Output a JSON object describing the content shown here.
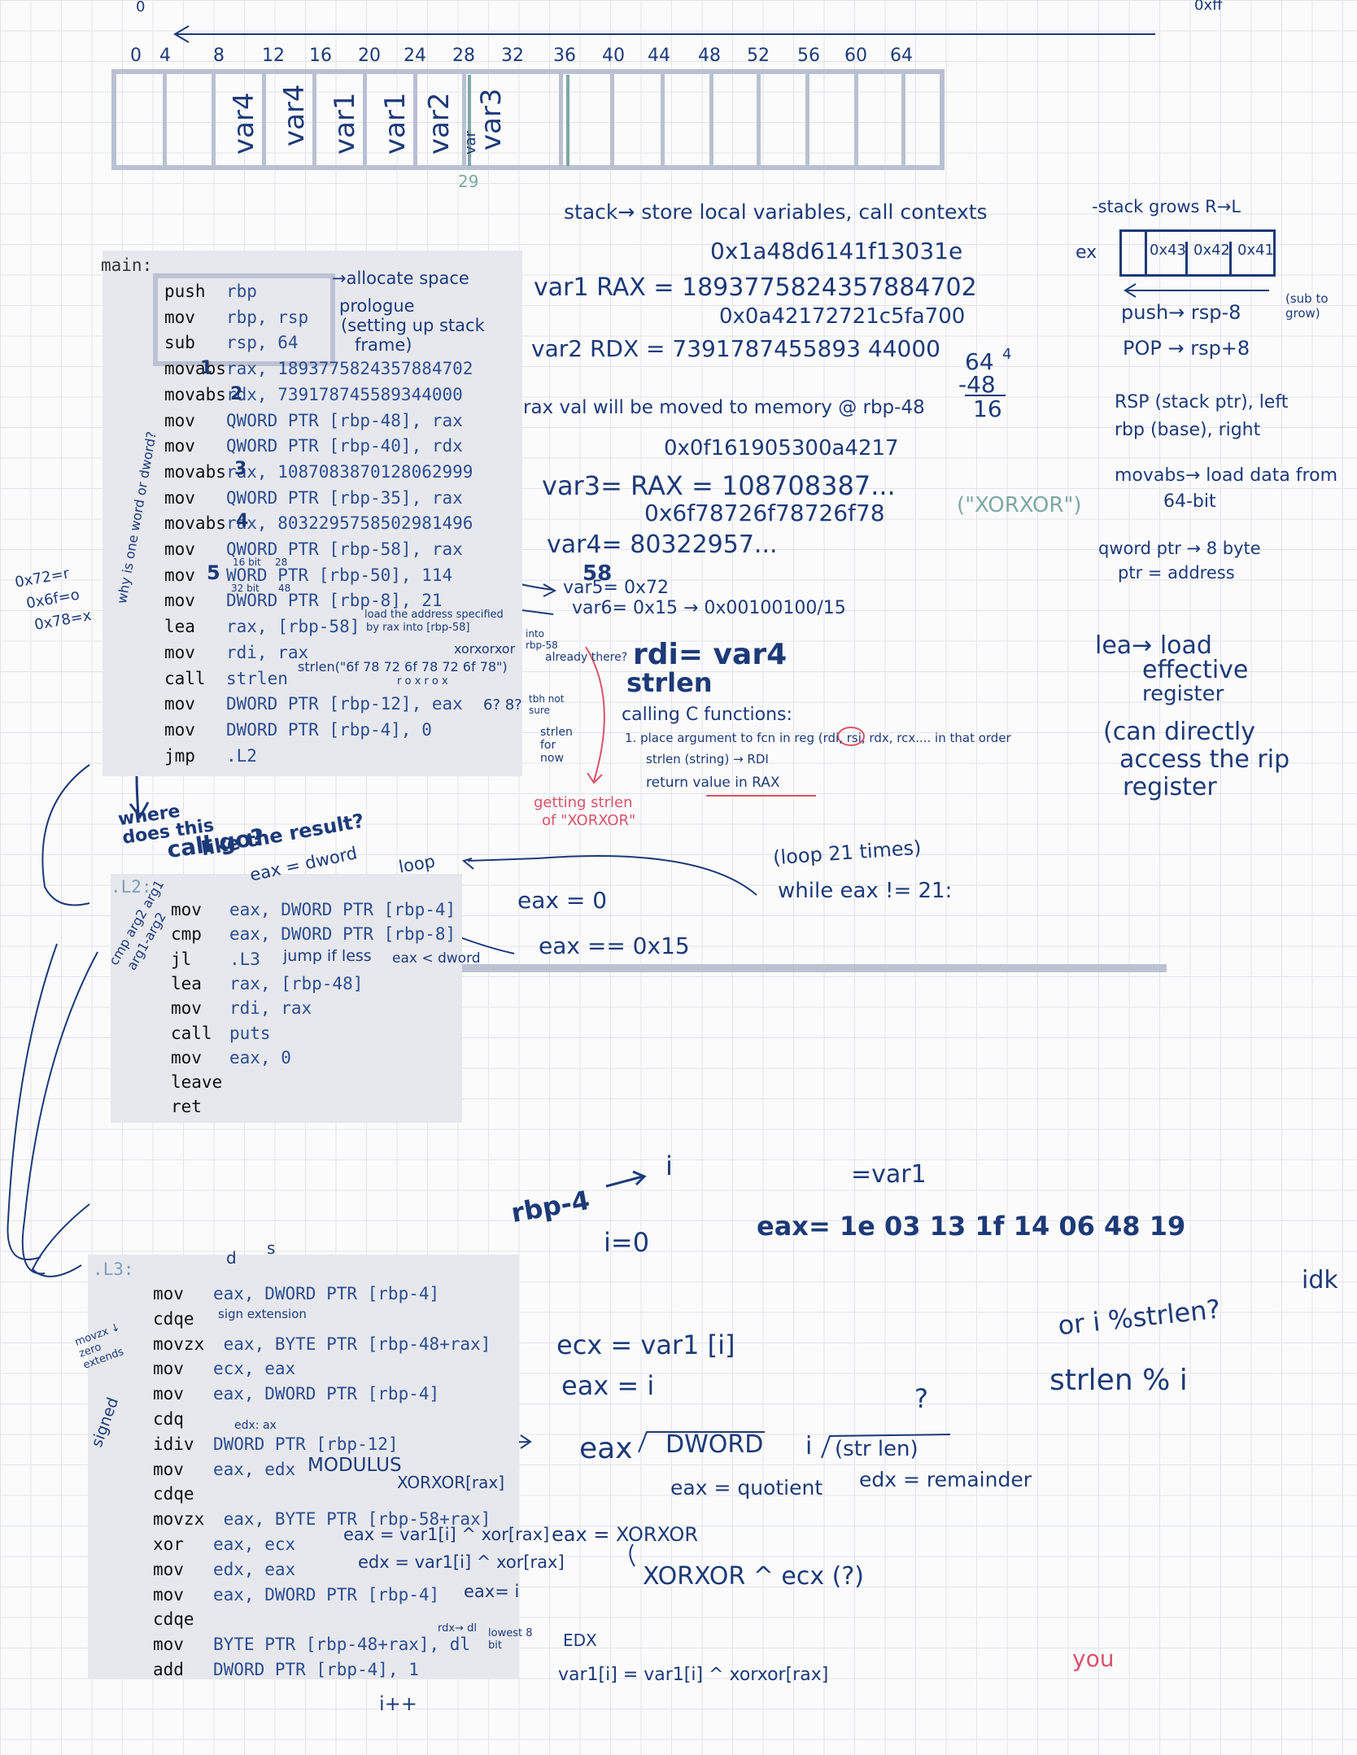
{
  "stack_diagram": {
    "left_end": "0",
    "right_end": "0xff",
    "ticks": [
      "0",
      "4",
      "8",
      "12",
      "16",
      "20",
      "24",
      "28",
      "32",
      "36",
      "40",
      "44",
      "48",
      "52",
      "56",
      "60",
      "64"
    ],
    "vars": [
      "var4",
      "var4",
      "var1",
      "var1",
      "var2"
    ],
    "var3": "var3",
    "var_small": "var",
    "marker_29": "29"
  },
  "notes_top": {
    "stack_def": "stack→ store local variables, call contexts",
    "hex1": "0x1a48d6141f13031e",
    "var1": "var1 RAX  = 1893775824357884702",
    "hex2": "0x0a42172721c5fa700",
    "var2": "var2 RDX  = 7391787455893 44000",
    "sub1": "64",
    "sub2": "-48",
    "sub3": "16",
    "sub_sup": "4",
    "rax_moved": "rax val will be moved to memory @ rbp-48",
    "hex3": "0x0f161905300a4217",
    "var3": "var3= RAX = 108708387...",
    "hex4": "0x6f78726f78726f78",
    "xorxor": "(\"XORXOR\")",
    "var4": "var4= 80322957...",
    "num58": "58",
    "var5": "var5= 0x72",
    "var6": "var6= 0x15 → 0x00100100/15",
    "rdi": "rdi= var4",
    "strlen": "strlen"
  },
  "notes_right": {
    "stack_grows": "-stack grows R→L",
    "ex": "ex",
    "cells": [
      "0x43",
      "0x42",
      "0x41"
    ],
    "push": "push→ rsp-8",
    "sub_to_grow": "(sub to grow)",
    "pop": "POP → rsp+8",
    "rsp": "RSP (stack ptr), left",
    "rbp": "rbp (base), right",
    "movabs": "movabs→ load data from",
    "bit64": "64-bit",
    "qword": "qword ptr → 8 byte",
    "ptr": "ptr = address",
    "lea1": "lea→ load",
    "lea2": "effective",
    "lea3": "register",
    "lea4": "(can directly",
    "lea5": "access the rip",
    "lea6": "register"
  },
  "main_block": {
    "label": "main:",
    "lines": [
      {
        "op": "push",
        "args": "rbp"
      },
      {
        "op": "mov",
        "args": "rbp, rsp"
      },
      {
        "op": "sub",
        "args": "rsp, 64"
      },
      {
        "op": "movabs",
        "args": "rax, 1893775824357884702"
      },
      {
        "op": "movabs",
        "args": "rdx, 739178745589344000"
      },
      {
        "op": "mov",
        "args": "QWORD PTR [rbp-48], rax"
      },
      {
        "op": "mov",
        "args": "QWORD PTR [rbp-40], rdx"
      },
      {
        "op": "movabs",
        "args": "rax, 1087083870128062999"
      },
      {
        "op": "mov",
        "args": "QWORD PTR [rbp-35], rax"
      },
      {
        "op": "movabs",
        "args": "rax, 8032295758502981496"
      },
      {
        "op": "mov",
        "args": "QWORD PTR [rbp-58], rax"
      },
      {
        "op": "mov",
        "args": "WORD PTR [rbp-50], 114"
      },
      {
        "op": "mov",
        "args": "DWORD PTR [rbp-8], 21"
      },
      {
        "op": "lea",
        "args": "rax, [rbp-58]"
      },
      {
        "op": "mov",
        "args": "rdi, rax"
      },
      {
        "op": "call",
        "args": "strlen"
      },
      {
        "op": "mov",
        "args": "DWORD PTR [rbp-12], eax"
      },
      {
        "op": "mov",
        "args": "DWORD PTR [rbp-4], 0"
      },
      {
        "op": "jmp",
        "args": ".L2"
      }
    ]
  },
  "main_notes": {
    "allocate": "→allocate space",
    "prologue": "prologue",
    "setting_up": "(setting up stack",
    "frame": "frame)",
    "n1": "1",
    "n2": "2",
    "n3": "3",
    "n4": "4",
    "n5": "5",
    "why_word": "why is one word or dword?",
    "bits16": "16 bit",
    "bits32": "32 bit",
    "n28": "28",
    "n48": "48",
    "load_addr": "load the address specified",
    "load_addr2": "by rax into [rbp-58]",
    "xorxorxor": "xorxorxor",
    "into": "into",
    "rbp58": "rbp-58",
    "already": "already there?",
    "strlen_call": "strlen(\"6f 78 72 6f 78 72 6f 78\")",
    "strlen_letters": "r  o  x  r  o  x",
    "q6": "6? 8?",
    "not_sure": "tbh not sure",
    "strlen_for_now": "strlen for now",
    "getting": "getting strlen",
    "of_xor": "of \"XORXOR\"",
    "ascii1": "0x72=r",
    "ascii2": "0x6f=o",
    "ascii3": "0x78=x",
    "where": "where",
    "does": "does this",
    "call_go": "call go?",
    "like": "like the result?",
    "calling_c": "calling C functions:",
    "place_arg": "1. place argument to fcn in reg (rdi, rsi, rdx, rcx....  in that order",
    "strlen_rdi": "strlen (string) → RDI",
    "return_val": "return value in RAX"
  },
  "l2_block": {
    "label": ".L2:",
    "lines": [
      {
        "op": "mov",
        "args": "eax, DWORD PTR [rbp-4]"
      },
      {
        "op": "cmp",
        "args": "eax, DWORD PTR [rbp-8]"
      },
      {
        "op": "jl",
        "args": ".L3"
      },
      {
        "op": "lea",
        "args": "rax, [rbp-48]"
      },
      {
        "op": "mov",
        "args": "rdi, rax"
      },
      {
        "op": "call",
        "args": "puts"
      },
      {
        "op": "mov",
        "args": "eax, 0"
      },
      {
        "op": "leave",
        "args": ""
      },
      {
        "op": "ret",
        "args": ""
      }
    ]
  },
  "l2_notes": {
    "eax_dword": "eax = dword",
    "loop": "loop",
    "cmp_args": "cmp arg2 arg1",
    "arg1_arg2": "arg1-arg2",
    "jump_less": "jump if less",
    "eax_lt": "eax < dword",
    "eax0": "eax = 0",
    "eax_eq": "eax == 0x15",
    "loop21": "(loop 21 times)",
    "while": "while  eax != 21:"
  },
  "l3_block": {
    "label": ".L3:",
    "lines": [
      {
        "op": "mov",
        "args": "eax, DWORD PTR [rbp-4]"
      },
      {
        "op": "cdqe",
        "args": ""
      },
      {
        "op": "movzx",
        "args": " eax, BYTE PTR [rbp-48+rax]"
      },
      {
        "op": "mov",
        "args": "ecx, eax"
      },
      {
        "op": "mov",
        "args": "eax, DWORD PTR [rbp-4]"
      },
      {
        "op": "cdq",
        "args": ""
      },
      {
        "op": "idiv",
        "args": "DWORD PTR [rbp-12]"
      },
      {
        "op": "mov",
        "args": "eax, edx"
      },
      {
        "op": "cdqe",
        "args": ""
      },
      {
        "op": "movzx",
        "args": " eax, BYTE PTR [rbp-58+rax]"
      },
      {
        "op": "xor",
        "args": "eax, ecx"
      },
      {
        "op": "mov",
        "args": "edx, eax"
      },
      {
        "op": "mov",
        "args": "eax, DWORD PTR [rbp-4]"
      },
      {
        "op": "cdqe",
        "args": ""
      },
      {
        "op": "mov",
        "args": "BYTE PTR [rbp-48+rax], dl"
      },
      {
        "op": "add",
        "args": "DWORD PTR [rbp-4], 1"
      }
    ]
  },
  "l3_notes": {
    "d": "d",
    "s": "s",
    "sign_ext": "sign extension",
    "movzx_note": "movzx ↓ zero extends",
    "signed": "signed",
    "edx_ax": "edx: ax",
    "modulus": "MODULUS",
    "xorxor_rax": "XORXOR[rax]",
    "eax_xor": "eax = var1[i] ^ xor[rax]",
    "edx_xor": "edx = var1[i] ^ xor[rax]",
    "eax_i": "eax= i",
    "rdx_dl": "rdx→ dl",
    "lowest": "lowest 8 bit",
    "ipp": "i++",
    "rbp4": "rbp-4",
    "i": "i",
    "i0": "i=0",
    "eq_var1": "=var1",
    "eax_bytes": "eax=  1e  03  13  1f  14  06  48  19",
    "ecx": "ecx  =  var1 [i]",
    "eax_eq_i": "eax = i",
    "div_eax": "eax",
    "div_dword": "DWORD",
    "div_i": "i",
    "div_strlen": "(str len)",
    "qmark": "?",
    "quotient": "eax = quotient",
    "remainder": "edx = remainder",
    "or_mod": "or  i %strlen?",
    "idk": "idk",
    "strlen_mod": "strlen % i",
    "eax_xorxor": "eax = XORXOR",
    "xorxor_ecx": "XORXOR ^ ecx (?)",
    "edx_label": "EDX",
    "final": "var1[i] = var1[i] ^ xorxor[rax]",
    "you": "you"
  }
}
